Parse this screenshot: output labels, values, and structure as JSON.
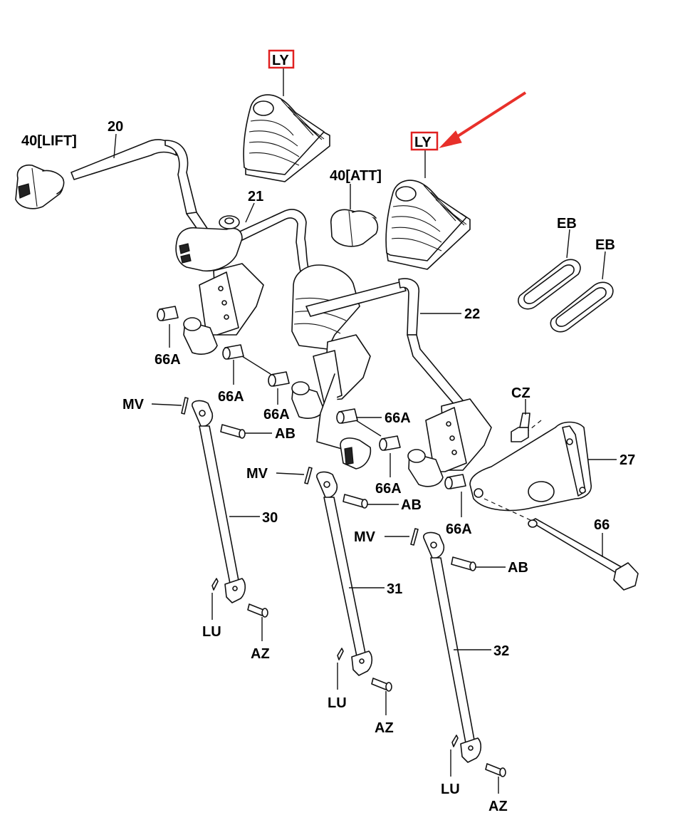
{
  "labels": {
    "ly_top": "LY",
    "ly_right": "LY",
    "knob_lift": "40[LIFT]",
    "knob_att": "40[ATT]",
    "p20": "20",
    "p21": "21",
    "p22": "22",
    "p27": "27",
    "p30": "30",
    "p31": "31",
    "p32": "32",
    "p66": "66",
    "eb1": "EB",
    "eb2": "EB",
    "cz": "CZ",
    "a66_1": "66A",
    "a66_2": "66A",
    "a66_3": "66A",
    "a66_4": "66A",
    "a66_5": "66A",
    "a66_6": "66A",
    "mv1": "MV",
    "mv2": "MV",
    "mv3": "MV",
    "ab1": "AB",
    "ab2": "AB",
    "ab3": "AB",
    "lu1": "LU",
    "lu2": "LU",
    "lu3": "LU",
    "az1": "AZ",
    "az2": "AZ",
    "az3": "AZ"
  },
  "colors": {
    "highlight": "#e02020",
    "arrow": "#e8302a",
    "line": "#111111"
  }
}
